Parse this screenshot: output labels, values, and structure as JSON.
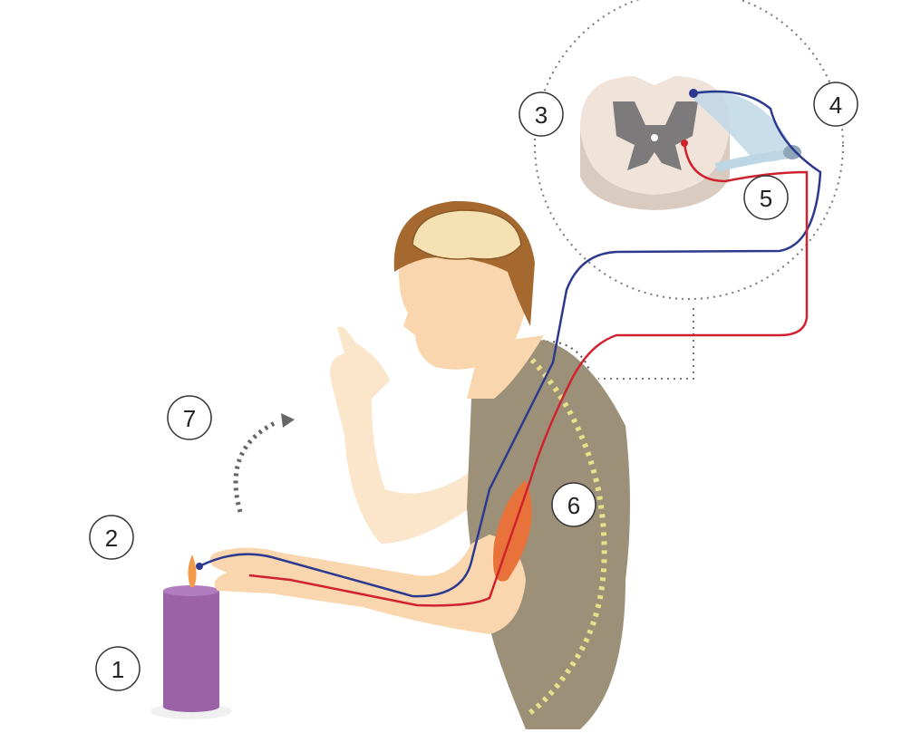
{
  "labels": [
    "1",
    "2",
    "3",
    "4",
    "5",
    "6",
    "7"
  ],
  "colors": {
    "sensory_nerve": "#2b3a8f",
    "motor_nerve": "#d0222e",
    "candle": "#9b62a8",
    "shirt": "#9c9078",
    "skin": "#f9d6ad",
    "hair": "#a5682e",
    "spinal_cord": "#efe3da"
  }
}
